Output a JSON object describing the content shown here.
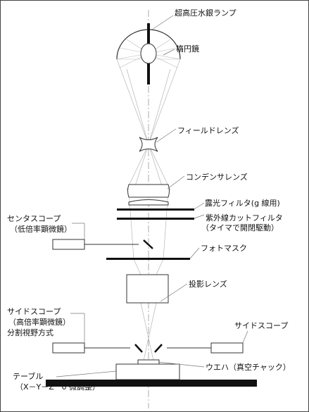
{
  "labels": {
    "lamp": "超高圧水銀ランプ",
    "ellipsoid": "楕円鏡",
    "field_lens": "フィールドレンズ",
    "condenser": "コンデンサレンズ",
    "exposure_filter": "露光フィルタ(g 線用)",
    "uv_cut_filter_1": "紫外線カットフィルタ",
    "uv_cut_filter_2": "（タイマで開閉駆動）",
    "centering_scope_1": "センタスコープ",
    "centering_scope_2": "（低倍率顕微鏡）",
    "photomask": "フォトマスク",
    "projection_lens": "投影レンズ",
    "side_scope_left_1": "サイドスコープ",
    "side_scope_left_2": "（高倍率顕微鏡）",
    "side_scope_left_3": "分割視野方式",
    "side_scope_right": "サイドスコープ",
    "wafer": "ウエハ（真空チャック）",
    "table_1": "テーブル",
    "table_2": "（X－Y－Z　θ 微調整）"
  }
}
